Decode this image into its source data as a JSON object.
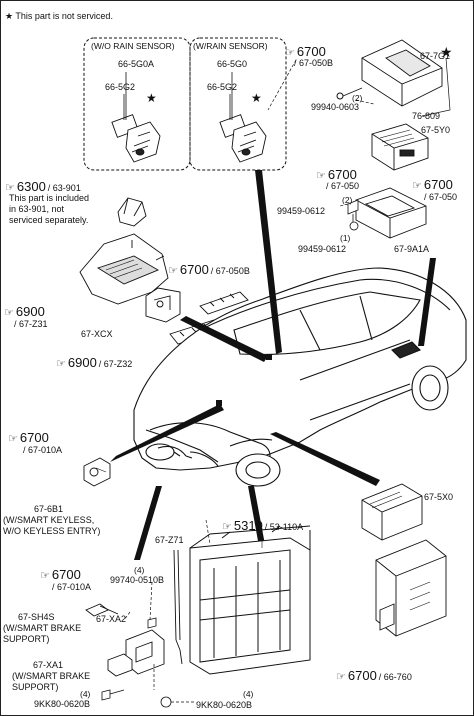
{
  "note": "★ This part is not serviced.",
  "box_wo_label": "(W/O RAIN SENSOR)",
  "box_w_label": "(W/RAIN SENSOR)",
  "wo_part_a": "66-5G0A",
  "wo_part_b": "66-5G2",
  "w_part_a": "66-5G0",
  "w_part_b": "66-5G2",
  "ref_top": {
    "num": "6700",
    "sub": "/ 67-050B"
  },
  "r_67_7g1": "67-7G1",
  "r_99940_0603": "99940-0603",
  "r_2a": "(2)",
  "r_76_809": "76-809",
  "r_67_5y0": "67-5Y0",
  "ref_6700_mid_left": {
    "num": "6700",
    "sub": "/ 67-050"
  },
  "ref_6700_mid_right": {
    "num": "6700",
    "sub": "/ 67-050"
  },
  "r_2b": "(2)",
  "r_99459_0612a": "99459-0612",
  "r_1": "(1)",
  "r_99459_0612b": "99459-0612",
  "r_67_9a1a": "67-9A1A",
  "ref_6300": {
    "num": "6300",
    "sub": "/ 63-901"
  },
  "note_6300": [
    "This part is included",
    "in  63-901, not",
    "serviced separately."
  ],
  "ref_6700_050b": {
    "num": "6700",
    "sub": "/ 67-050B"
  },
  "ref_6900_left": {
    "num": "6900",
    "sub": "/ 67-Z31"
  },
  "r_67_xcx": "67-XCX",
  "ref_6900_z32": {
    "num": "6900",
    "sub": "/ 67-Z32"
  },
  "ref_6700_010a_top": {
    "num": "6700",
    "sub": "/ 67-010A"
  },
  "r_67_6b1": "67-6B1",
  "smart_keyless": [
    "(W/SMART KEYLESS,",
    "W/O KEYLESS ENTRY)"
  ],
  "ref_5310": {
    "num": "5310",
    "sub": "/ 53-110A"
  },
  "r_67_z71": "67-Z71",
  "ref_6700_010a_bot": {
    "num": "6700",
    "sub": "/ 67-010A"
  },
  "r_4a": "(4)",
  "r_99740_0510b": "99740-0510B",
  "r_67_sh4s": "67-SH4S",
  "smart_brake_1": [
    "(W/SMART BRAKE",
    "SUPPORT)"
  ],
  "r_67_xa2": "67-XA2",
  "r_67_xa1": "67-XA1",
  "smart_brake_2": [
    "(W/SMART BRAKE",
    "SUPPORT)"
  ],
  "r_4b": "(4)",
  "r_9kk_left": "9KK80-0620B",
  "r_4c": "(4)",
  "r_9kk_right": "9KK80-0620B",
  "r_67_5x0": "67-5X0",
  "ref_6700_66760": {
    "num": "6700",
    "sub": "/ 66-760"
  }
}
